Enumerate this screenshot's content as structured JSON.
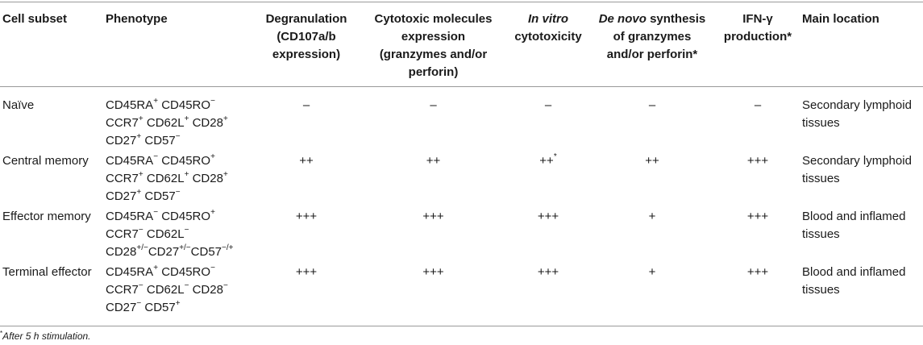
{
  "headers": {
    "cell_subset": "Cell subset",
    "phenotype": "Phenotype",
    "degranulation": [
      "Degranulation",
      "(CD107a/b",
      "expression)"
    ],
    "cytotoxic": [
      "Cytotoxic molecules",
      "expression",
      "(granzymes and/or",
      "perforin)"
    ],
    "invitro_italic": "In vitro",
    "invitro_rest": "cytotoxicity",
    "denovo_italic": "De novo",
    "denovo_line1_rest": " synthesis",
    "denovo_lines": [
      "of granzymes",
      "and/or perforin*"
    ],
    "ifn": [
      "IFN-γ",
      "production*"
    ],
    "location": "Main location"
  },
  "rows": [
    {
      "subset": "Naïve",
      "phen1_a": "CD45RA",
      "phen1_a_sup": "+",
      "phen1_b": "CD45RO",
      "phen1_b_sup": "−",
      "phen2_a": "CCR7",
      "phen2_a_sup": "+",
      "phen2_b": "CD62L",
      "phen2_b_sup": "+",
      "phen2_c": "CD28",
      "phen2_c_sup": "+",
      "phen3_a": "CD27",
      "phen3_a_sup": "+",
      "phen3_b": "CD57",
      "phen3_b_sup": "−",
      "degranulation": "–",
      "cytotoxic": "–",
      "invitro": "–",
      "invitro_sup": "",
      "denovo": "–",
      "ifn": "–",
      "location": [
        "Secondary lymphoid",
        "tissues"
      ]
    },
    {
      "subset": "Central memory",
      "phen1_a": "CD45RA",
      "phen1_a_sup": "−",
      "phen1_b": "CD45RO",
      "phen1_b_sup": "+",
      "phen2_a": "CCR7",
      "phen2_a_sup": "+",
      "phen2_b": "CD62L",
      "phen2_b_sup": "+",
      "phen2_c": "CD28",
      "phen2_c_sup": "+",
      "phen3_a": "CD27",
      "phen3_a_sup": "+",
      "phen3_b": "CD57",
      "phen3_b_sup": "−",
      "degranulation": "++",
      "cytotoxic": "++",
      "invitro": "++",
      "invitro_sup": "*",
      "denovo": "++",
      "ifn": "+++",
      "location": [
        "Secondary lymphoid",
        "tissues"
      ]
    },
    {
      "subset": "Effector memory",
      "phen1_a": "CD45RA",
      "phen1_a_sup": "−",
      "phen1_b": "CD45RO",
      "phen1_b_sup": "+",
      "phen2_a": "CCR7",
      "phen2_a_sup": "−",
      "phen2_b": "CD62L",
      "phen2_b_sup": "−",
      "phen2_c": "",
      "phen2_c_sup": "",
      "phen3_a": "CD28",
      "phen3_a_sup": "+/−",
      "phen3_b": "CD27",
      "phen3_b_sup": "+/−",
      "phen3_c": "CD57",
      "phen3_c_sup": "−/+",
      "degranulation": "+++",
      "cytotoxic": "+++",
      "invitro": "+++",
      "invitro_sup": "",
      "denovo": "+",
      "ifn": "+++",
      "location": [
        "Blood and inflamed",
        "tissues"
      ]
    },
    {
      "subset": "Terminal effector",
      "phen1_a": "CD45RA",
      "phen1_a_sup": "+",
      "phen1_b": "CD45RO",
      "phen1_b_sup": "−",
      "phen2_a": "CCR7",
      "phen2_a_sup": "−",
      "phen2_b": "CD62L",
      "phen2_b_sup": "−",
      "phen2_c": "CD28",
      "phen2_c_sup": "−",
      "phen3_a": "CD27",
      "phen3_a_sup": "−",
      "phen3_b": "CD57",
      "phen3_b_sup": "+",
      "degranulation": "+++",
      "cytotoxic": "+++",
      "invitro": "+++",
      "invitro_sup": "",
      "denovo": "+",
      "ifn": "+++",
      "location": [
        "Blood and inflamed",
        "tissues"
      ]
    }
  ],
  "footnote_mark": "*",
  "footnote_text": "After 5 h stimulation."
}
